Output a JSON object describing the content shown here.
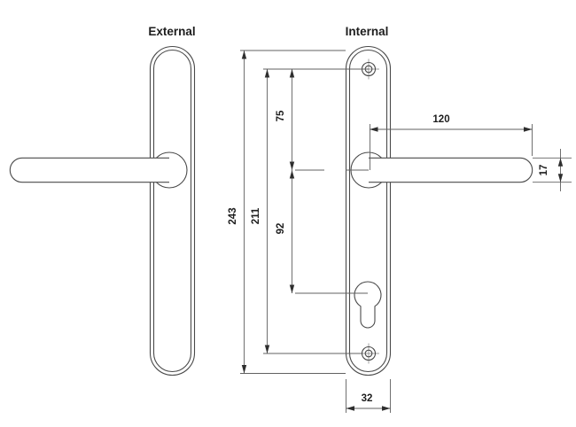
{
  "labels": {
    "external": "External",
    "internal": "Internal"
  },
  "dimensions": {
    "overall_height": "243",
    "screw_centres": "211",
    "top_screw_to_handle": "75",
    "handle_to_cylinder": "92",
    "handle_length": "120",
    "handle_thickness": "17",
    "backplate_width": "32"
  },
  "colors": {
    "outline": "#4a4a4a",
    "dimension_line": "#616161",
    "text": "#1d1d1d",
    "background": "#ffffff"
  }
}
